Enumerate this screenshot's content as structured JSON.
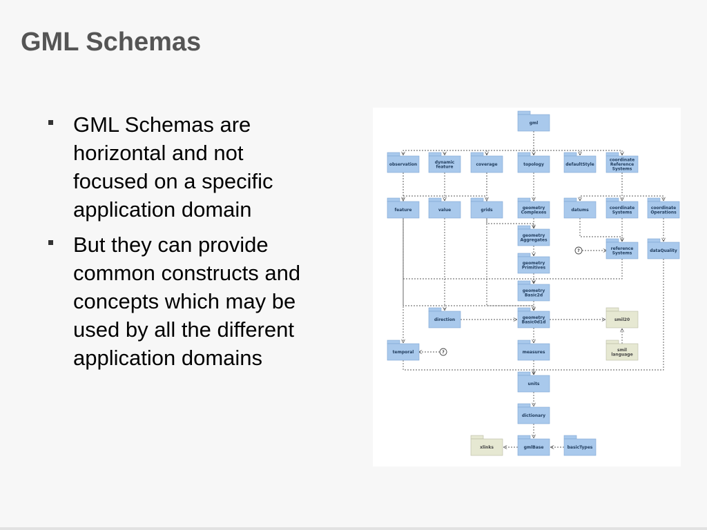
{
  "slide": {
    "title": "GML Schemas",
    "bullets": [
      "GML Schemas are horizontal and not focused on a specific application domain",
      "But they can provide common constructs and concepts which may be used by all the different application domains"
    ]
  },
  "diagram": {
    "packages": {
      "gml": [
        "gml"
      ],
      "observation": [
        "observation"
      ],
      "dynamicFeature": [
        "dynamic",
        "feature"
      ],
      "coverage": [
        "coverage"
      ],
      "topology": [
        "topology"
      ],
      "defaultStyle": [
        "defaultStyle"
      ],
      "coordinateReferenceSystems": [
        "coordinate",
        "Reference",
        "Systems"
      ],
      "feature": [
        "feature"
      ],
      "value": [
        "value"
      ],
      "grids": [
        "grids"
      ],
      "geometryComplexes": [
        "geometry",
        "Complexes"
      ],
      "datums": [
        "datums"
      ],
      "coordinateSystems": [
        "coordinate",
        "Systems"
      ],
      "coordinateOperations": [
        "coordinate",
        "Operations"
      ],
      "geometryAggregates": [
        "geometry",
        "Aggregates"
      ],
      "referenceSystems": [
        "reference",
        "Systems"
      ],
      "dataQuality": [
        "dataQuality"
      ],
      "geometryPrimitives": [
        "geometry",
        "Primitives"
      ],
      "geometryBasic2d": [
        "geometry",
        "Basic2d"
      ],
      "direction": [
        "direction"
      ],
      "geometryBasic0d1d": [
        "geometry",
        "Basic0d1d"
      ],
      "smil20": [
        "smil20"
      ],
      "temporal": [
        "temporal"
      ],
      "measures": [
        "measures"
      ],
      "smilLanguage": [
        "smil",
        "language"
      ],
      "units": [
        "units"
      ],
      "dictionary": [
        "dictionary"
      ],
      "xlinks": [
        "xlinks"
      ],
      "gmlBase": [
        "gmlBase"
      ],
      "basicTypes": [
        "basicTypes"
      ]
    },
    "optional_marker": "?"
  }
}
